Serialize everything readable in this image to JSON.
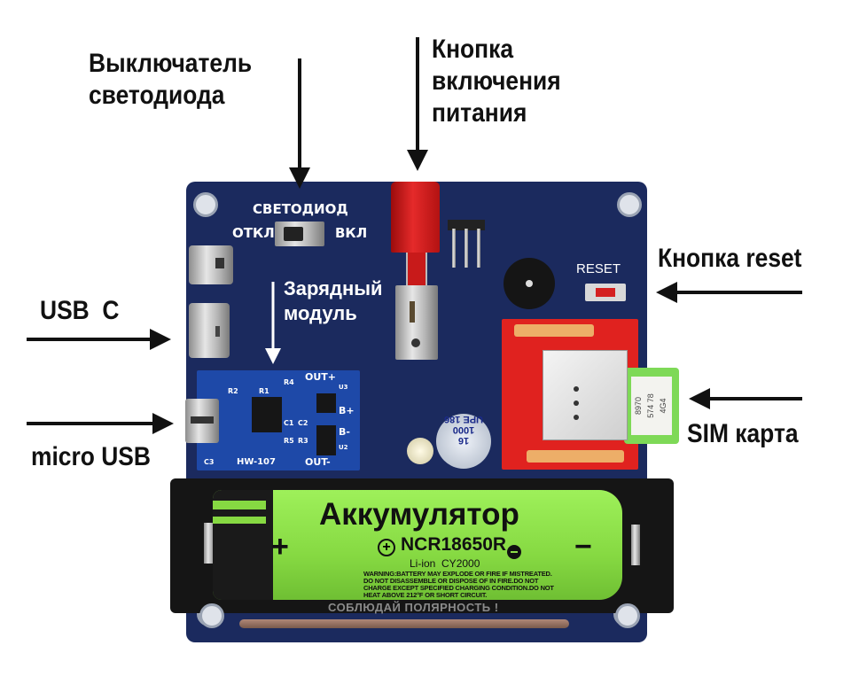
{
  "callouts": {
    "led_switch": [
      "Выключатель",
      "светодиода"
    ],
    "power_button": [
      "Кнопка",
      "включения",
      "питания"
    ],
    "reset_button": "Кнопка reset",
    "usb_c": "USB  C",
    "micro_usb": "micro USB",
    "sim_card": "SIM карта"
  },
  "board": {
    "led_label": "СВЕТОДИОД",
    "off_label": "ОТКЛ",
    "on_label": "ВКЛ",
    "charging_module": [
      "Зарядный",
      "модуль"
    ],
    "reset_label": "RESET",
    "module_name": "HW-107",
    "module_pins": [
      "OUT+",
      "B+",
      "B-",
      "OUT-"
    ],
    "module_parts": [
      "R2",
      "R1",
      "R4",
      "C1",
      "C2",
      "R5",
      "R3",
      "C3",
      "U3",
      "U2"
    ],
    "capacitor": [
      "UPE 186",
      "1000",
      "16"
    ],
    "sim_numbers": [
      "8970",
      "574 78",
      "4G4"
    ],
    "polarity_note": "СОБЛЮДАЙ ПОЛЯРНОСТЬ !"
  },
  "battery": {
    "label": "Аккумулятор",
    "model": "NCR18650R",
    "type": "Li-ion  CY2000",
    "plus": "+",
    "minus": "−",
    "warning": [
      "WARNING:BATTERY MAY EXPLODE OR FIRE IF MISTREATED.",
      "DO NOT DISASSEMBLE OR DISPOSE OF IN FIRE.DO NOT",
      "CHARGE EXCEPT SPECIFIED CHARGING CONDITION.DO NOT",
      "HEAT ABOVE 212°F OR SHORT CIRCUIT."
    ]
  },
  "colors": {
    "pcb": "#1b2a5e",
    "battery": "#8ee04a",
    "sim_module": "#e0221f",
    "button": "#d01818"
  }
}
